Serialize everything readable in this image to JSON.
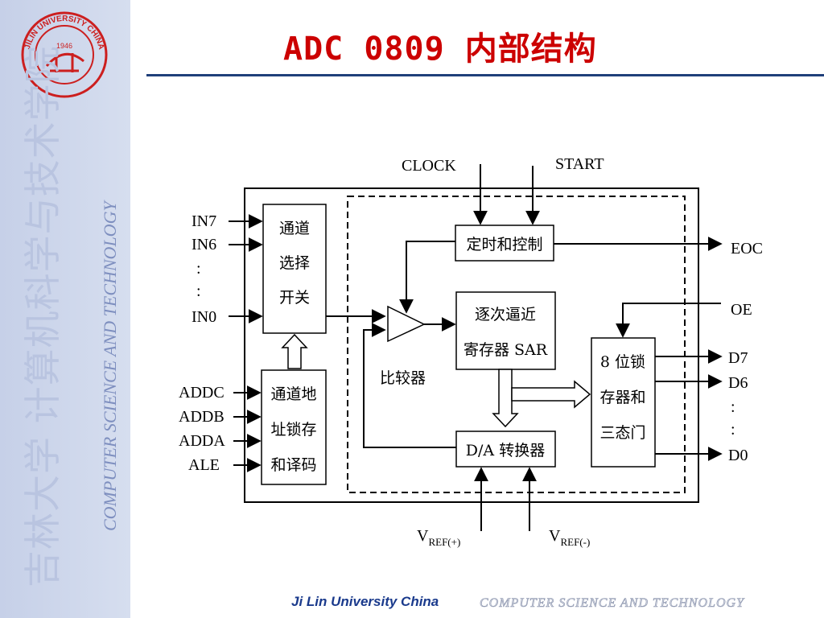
{
  "slide": {
    "title": "ADC 0809  内部结构",
    "footer_left": "Ji Lin University China",
    "footer_right": "COMPUTER  SCIENCE  AND  TECHNOLOGY"
  },
  "sidebar": {
    "text_cn": "吉林大学 计算机科学与技术学院",
    "text_en": "COMPUTER SCIENCE AND TECHNOLOGY",
    "logo": {
      "ring_text": "JILIN UNIVERSITY CHINA",
      "year": "1946",
      "color": "#cc1f1f"
    }
  },
  "diagram": {
    "inputs_analog": [
      "IN7",
      "IN6",
      ":",
      ":",
      "IN0"
    ],
    "inputs_addr": [
      "ADDC",
      "ADDB",
      "ADDA",
      "ALE"
    ],
    "clock": "CLOCK",
    "start": "START",
    "eoc": "EOC",
    "oe": "OE",
    "outputs": [
      "D7",
      "D6",
      ":",
      ":",
      "D0"
    ],
    "vref_plus": "V",
    "vref_plus_sub": "REF(+)",
    "vref_minus": "V",
    "vref_minus_sub": "REF(-)",
    "blocks": {
      "mux": [
        "通道",
        "选择",
        "开关"
      ],
      "addr_latch": [
        "通道地",
        "址锁存",
        "和译码"
      ],
      "timing": "定时和控制",
      "sar": [
        "逐次逼近",
        "寄存器 SAR"
      ],
      "comparator": "比较器",
      "dac": "D/A 转换器",
      "latch": [
        "8 位锁",
        "存器和",
        "三态门"
      ]
    }
  }
}
